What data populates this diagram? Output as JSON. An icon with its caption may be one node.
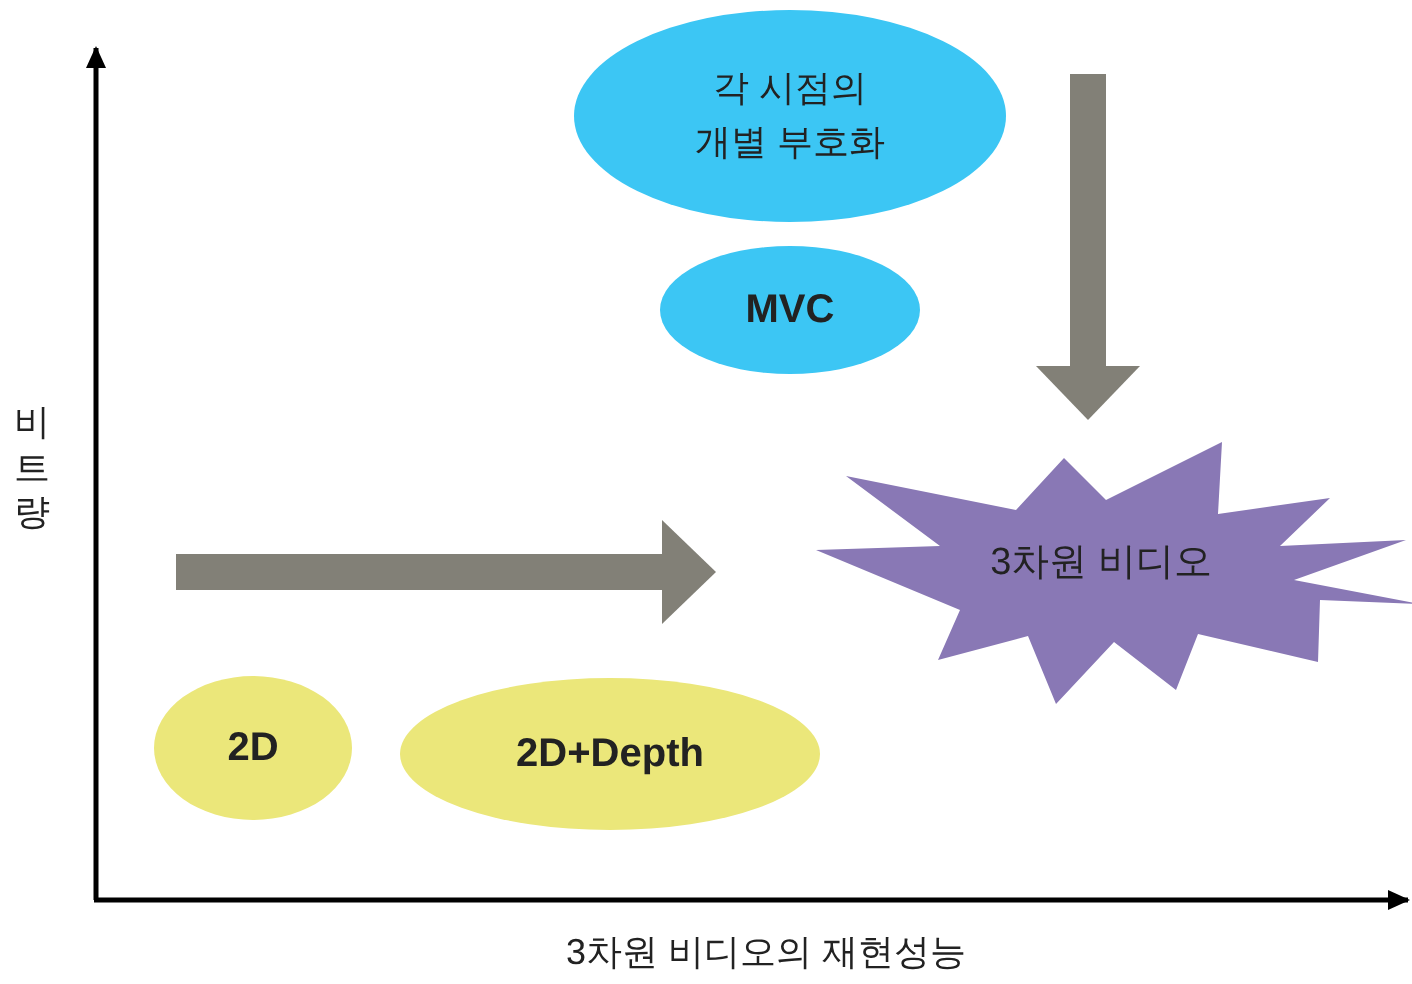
{
  "diagram": {
    "nodes": [
      {
        "text": [
          "각 시점의 개별 부호화"
        ]
      },
      {
        "text": [
          "MVC"
        ]
      },
      {
        "text": [
          "2D"
        ]
      },
      {
        "text": [
          "2D+Depth"
        ]
      },
      {
        "text": [
          "3차원 비디오"
        ]
      }
    ],
    "edges": [
      {
        "from": null,
        "to": 4,
        "arrow": "to"
      },
      {
        "from": null,
        "to": 4,
        "arrow": "to"
      }
    ],
    "labels": [
      "비트량",
      "3차원 비디오의 재현성능"
    ]
  }
}
